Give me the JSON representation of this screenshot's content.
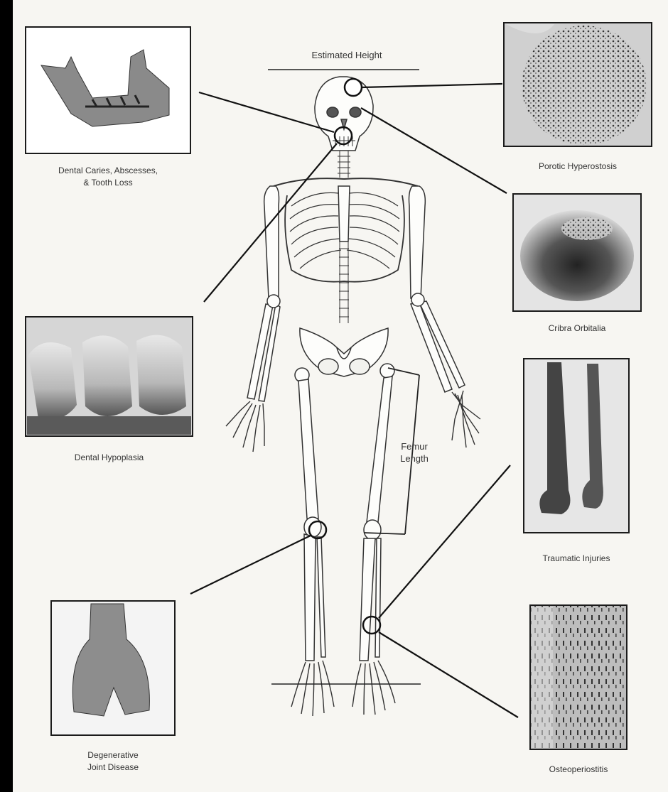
{
  "title": "Estimated  Height",
  "femur_label": "Femur\nLength",
  "captions": {
    "dental_caries": "Dental Caries, Abscesses,\n& Tooth Loss",
    "porotic": "Porotic Hyperostosis",
    "cribra": "Cribra Orbitalia",
    "hypoplasia": "Dental Hypoplasia",
    "traumatic": "Traumatic Injuries",
    "degenerative": "Degenerative\nJoint Disease",
    "osteo": "Osteoperiostitis"
  },
  "colors": {
    "background": "#000000",
    "paper": "#f7f6f2",
    "ink": "#222222",
    "frame": "#1b1b1b"
  }
}
